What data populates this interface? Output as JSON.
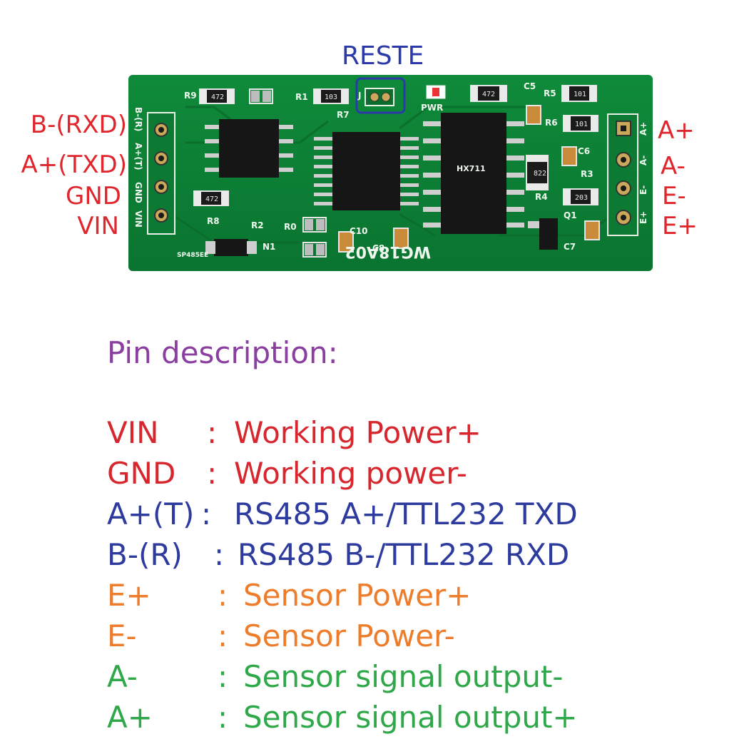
{
  "reset_label": "RESTE",
  "left_pins": [
    "B-(RXD)",
    "A+(TXD)",
    "GND",
    "VIN"
  ],
  "right_pins": [
    "A+",
    "A-",
    "E-",
    "E+"
  ],
  "board_silk": {
    "model": "WG18A02",
    "left_header": [
      "B-(R)",
      "A+(T)",
      "GND",
      "VIN"
    ],
    "right_header": [
      "A+",
      "A-",
      "E-",
      "E+"
    ],
    "refs": [
      "R9",
      "R1",
      "R7",
      "PWR",
      "C5",
      "R5",
      "R6",
      "C6",
      "R3",
      "R4",
      "Q1",
      "C7",
      "C8",
      "C10",
      "R0",
      "R2",
      "R8",
      "N1",
      "J"
    ],
    "values": [
      "472",
      "103",
      "472",
      "101",
      "101",
      "822",
      "203",
      "472"
    ],
    "ic_texts": [
      "SP485EE",
      "HX711"
    ]
  },
  "description": {
    "title": "Pin description:",
    "rows": [
      {
        "key": "VIN",
        "sep": ":",
        "text": "Working Power+",
        "color": "#d7262d"
      },
      {
        "key": "GND",
        "sep": ":",
        "text": "Working power-",
        "color": "#d7262d"
      },
      {
        "key": "A+(T)",
        "sep": ":",
        "text": "RS485 A+/TTL232 TXD",
        "color": "#2d3a9e"
      },
      {
        "key": "B-(R)",
        "sep": ":",
        "text": "RS485 B-/TTL232 RXD",
        "color": "#2d3a9e"
      },
      {
        "key": "E+",
        "sep": ":",
        "text": "Sensor Power+",
        "color": "#ee7d2b"
      },
      {
        "key": "E-",
        "sep": ":",
        "text": "Sensor Power-",
        "color": "#ee7d2b"
      },
      {
        "key": "A-",
        "sep": ":",
        "text": "Sensor signal output-",
        "color": "#2fa84a"
      },
      {
        "key": "A+",
        "sep": ":",
        "text": "Sensor signal output+",
        "color": "#2fa84a"
      }
    ]
  }
}
